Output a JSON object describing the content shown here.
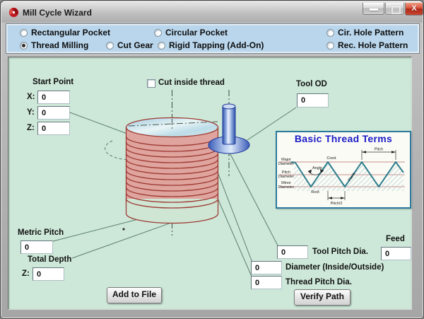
{
  "window": {
    "title": "Mill Cycle Wizard",
    "close_label": "X"
  },
  "mode_panel": {
    "row1": [
      {
        "label": "Rectangular Pocket",
        "selected": false
      },
      {
        "label": "Circular Pocket",
        "selected": false
      },
      {
        "label": "Cir. Hole Pattern",
        "selected": false
      }
    ],
    "row2": [
      {
        "label": "Thread Milling",
        "selected": true
      },
      {
        "label": "Cut Gear",
        "selected": false
      },
      {
        "label": "Rigid Tapping (Add-On)",
        "selected": false
      },
      {
        "label": "Rec. Hole Pattern",
        "selected": false
      }
    ]
  },
  "form": {
    "start_point": {
      "title": "Start Point",
      "x_label": "X:",
      "x_value": "0",
      "y_label": "Y:",
      "y_value": "0",
      "z_label": "Z:",
      "z_value": "0"
    },
    "cut_inside_thread": {
      "label": "Cut inside thread",
      "checked": false
    },
    "tool_od": {
      "label": "Tool OD",
      "value": "0"
    },
    "metric_pitch": {
      "label": "Metric Pitch",
      "value": "0"
    },
    "total_depth": {
      "title": "Total Depth",
      "z_label": "Z:",
      "value": "0"
    },
    "tool_pitch_dia": {
      "label": "Tool Pitch Dia.",
      "value": "0"
    },
    "diameter": {
      "label": "Diameter (Inside/Outside)",
      "value": "0"
    },
    "thread_pitch_dia": {
      "label": "Thread Pitch Dia.",
      "value": "0"
    },
    "feed": {
      "label": "Feed",
      "value": "0"
    }
  },
  "buttons": {
    "add_to_file": "Add to File",
    "verify_path": "Verify Path"
  },
  "inset": {
    "title": "Basic Thread Terms",
    "labels": {
      "major_1": "Major",
      "major_2": "Diameter",
      "pitch_1": "Pitch",
      "pitch_2": "Diameter",
      "minor_1": "Minor",
      "minor_2": "Diameter",
      "angle": "Angle",
      "crest": "Crest",
      "root": "Root",
      "flank": "Flank",
      "pitch_dim": "Pitch",
      "pitch_half": "Pitch/2"
    }
  },
  "colors": {
    "panel_blue": "#b9d6ec",
    "panel_green": "#cde8d8",
    "coil_outline": "#9e3b34",
    "coil_fill": "#dfa49e",
    "tool_blue": "#2c4da8",
    "inset_border": "#2a7a9c",
    "inset_title_blue": "#1b1bc8",
    "close_red": "#b02a18"
  }
}
